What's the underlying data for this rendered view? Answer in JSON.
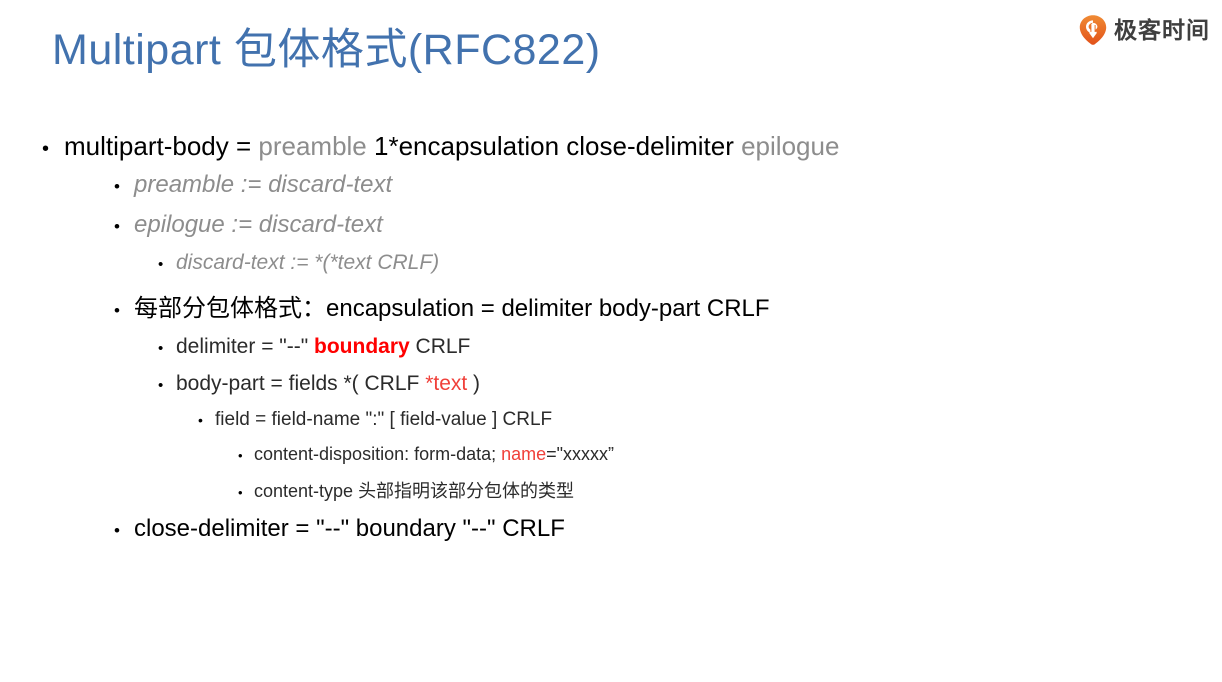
{
  "brand": {
    "logo_icon": "geektime-pin-icon",
    "name": "极客时间"
  },
  "title": "Multipart 包体格式(RFC822)",
  "colors": {
    "title_blue": "#4272ae",
    "muted_gray": "#8d8d8d",
    "accent_red": "#ff0000",
    "soft_red": "#f0403a",
    "brand_orange": "#e8702a",
    "text_black": "#000000",
    "background": "#ffffff"
  },
  "bullet_glyph": "•",
  "outline": [
    {
      "level": 1,
      "name": "multipart-body-rule",
      "plain": "multipart-body = preamble 1*encapsulation close-delimiter epilogue",
      "parts": [
        {
          "text": "multipart-body = ",
          "style": "t-black"
        },
        {
          "text": "preamble",
          "style": "t-gray"
        },
        {
          "text": " 1*encapsulation close-delimiter ",
          "style": "t-black"
        },
        {
          "text": "epilogue",
          "style": "t-gray"
        }
      ]
    },
    {
      "level": 2,
      "name": "preamble-rule",
      "plain": "preamble := discard-text",
      "parts": [
        {
          "text": "preamble := discard-text",
          "style": "t-grayitalic"
        }
      ]
    },
    {
      "level": 2,
      "name": "epilogue-rule",
      "plain": "epilogue := discard-text",
      "parts": [
        {
          "text": "epilogue := discard-text",
          "style": "t-grayitalic"
        }
      ]
    },
    {
      "level": 3,
      "name": "discard-text-rule",
      "plain": "discard-text := *(*text CRLF)",
      "parts": [
        {
          "text": "discard-text := *(*text CRLF)",
          "style": "t-grayitalic"
        }
      ]
    },
    {
      "level": 2,
      "name": "encapsulation-rule",
      "plain": "每部分包体格式：encapsulation = delimiter body-part CRLF",
      "parts": [
        {
          "text": "每部分包体格式：encapsulation = delimiter body-part CRLF",
          "style": "t-black"
        }
      ]
    },
    {
      "level": 3,
      "name": "delimiter-rule",
      "plain": "delimiter = \"--\" boundary CRLF",
      "parts": [
        {
          "text": "delimiter = \"--\" ",
          "style": "t-dark"
        },
        {
          "text": "boundary",
          "style": "t-red t-bold"
        },
        {
          "text": " CRLF",
          "style": "t-dark"
        }
      ]
    },
    {
      "level": 3,
      "name": "body-part-rule",
      "plain": "body-part = fields *( CRLF *text )",
      "parts": [
        {
          "text": "body-part = fields *( CRLF ",
          "style": "t-dark"
        },
        {
          "text": "*text",
          "style": "t-redsoft"
        },
        {
          "text": " )",
          "style": "t-dark"
        }
      ]
    },
    {
      "level": 4,
      "name": "field-rule",
      "plain": "field = field-name \":\" [ field-value ] CRLF",
      "parts": [
        {
          "text": "field = field-name \":\" [ field-value ] CRLF",
          "style": "t-dark"
        }
      ]
    },
    {
      "level": 5,
      "name": "content-disposition-example",
      "plain": "content-disposition: form-data; name=\"xxxxx\"",
      "parts": [
        {
          "text": "content-disposition: form-data; ",
          "style": "t-dark"
        },
        {
          "text": "name",
          "style": "t-redsoft"
        },
        {
          "text": "=\"xxxxx”",
          "style": "t-dark"
        }
      ]
    },
    {
      "level": 5,
      "name": "content-type-note",
      "plain": "content-type 头部指明该部分包体的类型",
      "parts": [
        {
          "text": "content-type 头部指明该部分包体的类型",
          "style": "t-dark"
        }
      ]
    },
    {
      "level": 2,
      "name": "close-delimiter-rule",
      "plain": "close-delimiter = \"--\" boundary \"--\" CRLF",
      "parts": [
        {
          "text": "close-delimiter = \"--\" boundary \"--\" CRLF",
          "style": "t-black"
        }
      ]
    }
  ]
}
